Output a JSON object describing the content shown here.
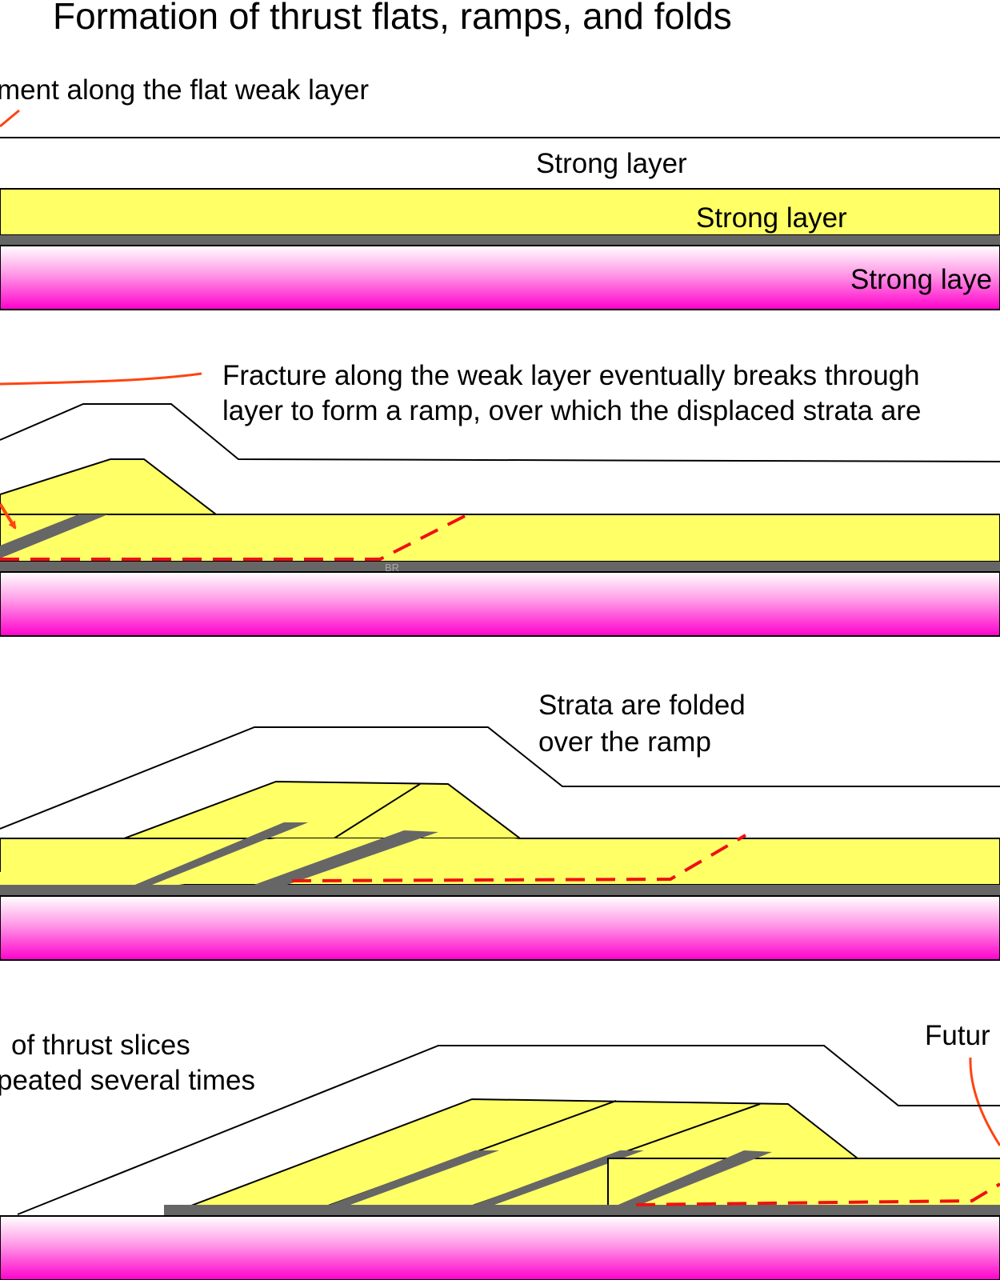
{
  "title": "Formation of thrust flats, ramps, and folds",
  "panels": [
    {
      "id": "panel-1",
      "callout": [
        "ment along the flat weak layer"
      ],
      "layer_labels": [
        "Strong layer",
        "Strong layer",
        "Strong laye"
      ]
    },
    {
      "id": "panel-2",
      "callout": [
        "Fracture along the weak layer eventually breaks through",
        "layer to form a ramp, over which the displaced strata are"
      ],
      "watermark": "BR"
    },
    {
      "id": "panel-3",
      "callout": [
        "Strata are folded",
        "over the ramp"
      ]
    },
    {
      "id": "panel-4",
      "callout": [
        "of thrust slices",
        "peated several times"
      ],
      "callout_right": "Futur"
    }
  ],
  "colors": {
    "strong_yellow": "#ffff66",
    "weak_layer_gray": "#666666",
    "basement_magenta": "#ff00cc",
    "fault_red": "#ee1111",
    "callout_orange": "#ff4411",
    "outline": "#000000"
  }
}
